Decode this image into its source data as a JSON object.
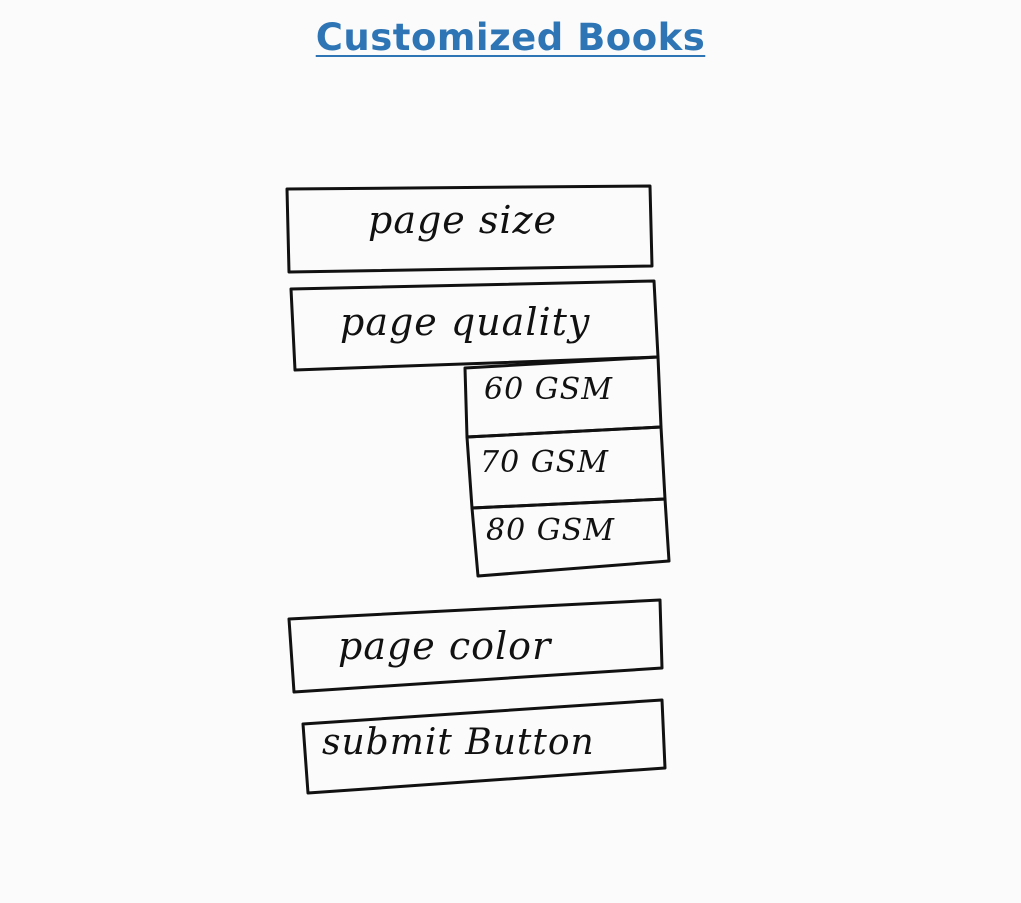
{
  "header": {
    "title": "Customized Books"
  },
  "form": {
    "page_size_label": "page size",
    "page_quality_label": "page quality",
    "quality_options": [
      "60 GSM",
      "70 GSM",
      "80 GSM"
    ],
    "page_color_label": "page color",
    "submit_label": "submit Button"
  }
}
